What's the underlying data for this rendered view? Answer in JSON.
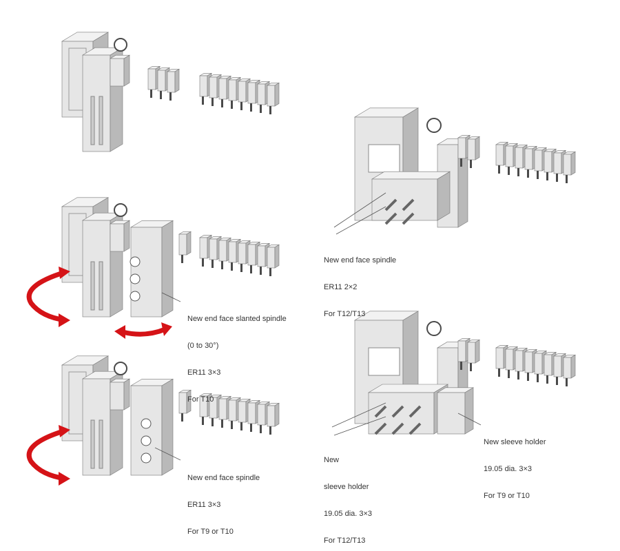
{
  "colors": {
    "arrow": "#d51317",
    "part_light": "#e6e6e6",
    "part_mid": "#b9b9b9",
    "part_dark": "#4a4a4a",
    "leader": "#555555",
    "text": "#333333"
  },
  "callouts": {
    "slanted": {
      "lines": [
        "New end face slanted spindle",
        "(0 to 30°)",
        "ER11 3×3",
        "For T10"
      ]
    },
    "end_face_3x3": {
      "lines": [
        "New end face spindle",
        "ER11 3×3",
        "For T9 or T10"
      ]
    },
    "end_face_2x2": {
      "lines": [
        "New end face spindle",
        "ER11 2×2",
        "For T12/T13"
      ]
    },
    "sleeve_t12": {
      "lines": [
        "New",
        "sleeve holder",
        "19.05 dia. 3×3",
        "For T12/T13"
      ]
    },
    "sleeve_t9": {
      "lines": [
        "New sleeve holder",
        "19.05 dia. 3×3",
        "For T9 or T10"
      ]
    }
  },
  "arrows": [
    "rotation-arrow",
    "rotation-arrow",
    "slide-arrow"
  ]
}
